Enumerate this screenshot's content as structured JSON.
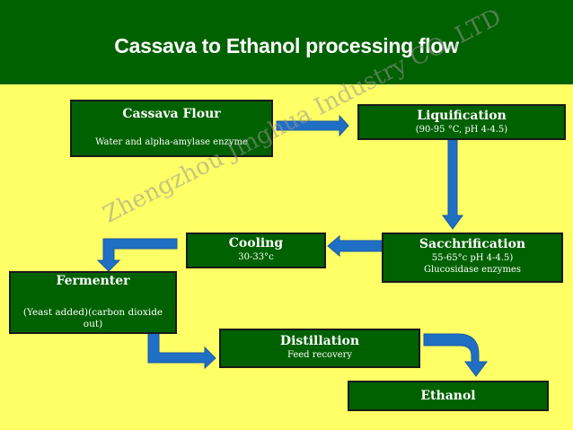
{
  "title": "Cassava to Ethanol processing flow",
  "colors": {
    "header": "#006100",
    "background": "#ffff66",
    "box": "#006100",
    "arrow": "#1f6fc5"
  },
  "steps": {
    "cassava_flour": {
      "title": "Cassava Flour",
      "sub": "Water and alpha-amylase enzyme"
    },
    "liquification": {
      "title": "Liquification",
      "sub": "(90-95 °C, pH 4-4.5)"
    },
    "sacchrification": {
      "title": "Sacchrification",
      "sub": "55-65°c pH 4-4.5)",
      "sub2": "Glucosidase  enzymes"
    },
    "cooling": {
      "title": "Cooling",
      "sub": "30-33°c"
    },
    "fermenter": {
      "title": "Fermenter",
      "sub": "(Yeast added)(carbon dioxide out)"
    },
    "distillation": {
      "title": "Distillation",
      "sub": "Feed recovery"
    },
    "ethanol": {
      "title": "Ethanol"
    }
  },
  "flow": [
    "Cassava Flour",
    "Liquification",
    "Sacchrification",
    "Cooling",
    "Fermenter",
    "Distillation",
    "Ethanol"
  ],
  "watermark": "Zhengzhou Jinghua Industry CO.,LTD"
}
